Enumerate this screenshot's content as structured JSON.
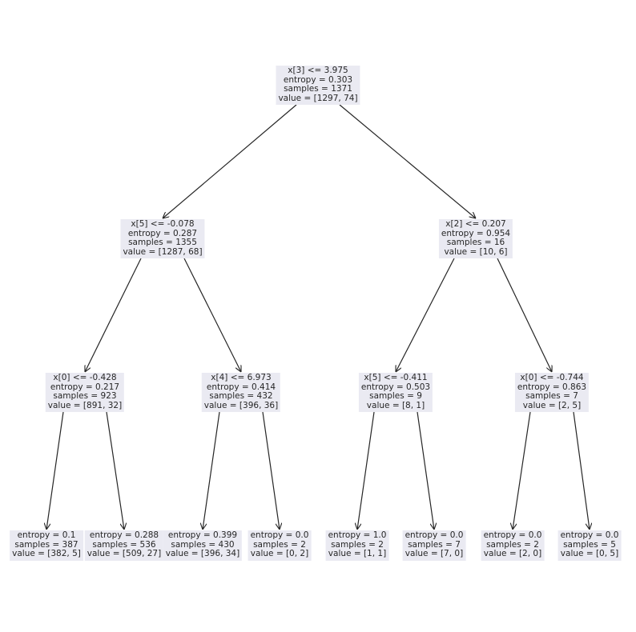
{
  "tree": {
    "node_fill": "#eaeaf2",
    "edge_color": "#262626",
    "background": "#ffffff",
    "nodes": [
      {
        "id": "n0",
        "lines": [
          "x[3] <= 3.975",
          "entropy = 0.303",
          "samples = 1371",
          "value = [1297, 74]"
        ]
      },
      {
        "id": "n1",
        "lines": [
          "x[5] <= -0.078",
          "entropy = 0.287",
          "samples = 1355",
          "value = [1287, 68]"
        ]
      },
      {
        "id": "n2",
        "lines": [
          "x[2] <= 0.207",
          "entropy = 0.954",
          "samples = 16",
          "value = [10, 6]"
        ]
      },
      {
        "id": "n3",
        "lines": [
          "x[0] <= -0.428",
          "entropy = 0.217",
          "samples = 923",
          "value = [891, 32]"
        ]
      },
      {
        "id": "n4",
        "lines": [
          "x[4] <= 6.973",
          "entropy = 0.414",
          "samples = 432",
          "value = [396, 36]"
        ]
      },
      {
        "id": "n5",
        "lines": [
          "x[5] <= -0.411",
          "entropy = 0.503",
          "samples = 9",
          "value = [8, 1]"
        ]
      },
      {
        "id": "n6",
        "lines": [
          "x[0] <= -0.744",
          "entropy = 0.863",
          "samples = 7",
          "value = [2, 5]"
        ]
      },
      {
        "id": "n7",
        "lines": [
          "entropy = 0.1",
          "samples = 387",
          "value = [382, 5]"
        ]
      },
      {
        "id": "n8",
        "lines": [
          "entropy = 0.288",
          "samples = 536",
          "value = [509, 27]"
        ]
      },
      {
        "id": "n9",
        "lines": [
          "entropy = 0.399",
          "samples = 430",
          "value = [396, 34]"
        ]
      },
      {
        "id": "n10",
        "lines": [
          "entropy = 0.0",
          "samples = 2",
          "value = [0, 2]"
        ]
      },
      {
        "id": "n11",
        "lines": [
          "entropy = 1.0",
          "samples = 2",
          "value = [1, 1]"
        ]
      },
      {
        "id": "n12",
        "lines": [
          "entropy = 0.0",
          "samples = 7",
          "value = [7, 0]"
        ]
      },
      {
        "id": "n13",
        "lines": [
          "entropy = 0.0",
          "samples = 2",
          "value = [2, 0]"
        ]
      },
      {
        "id": "n14",
        "lines": [
          "entropy = 0.0",
          "samples = 5",
          "value = [0, 5]"
        ]
      }
    ],
    "edges": [
      [
        "n0",
        "n1"
      ],
      [
        "n0",
        "n2"
      ],
      [
        "n1",
        "n3"
      ],
      [
        "n1",
        "n4"
      ],
      [
        "n2",
        "n5"
      ],
      [
        "n2",
        "n6"
      ],
      [
        "n3",
        "n7"
      ],
      [
        "n3",
        "n8"
      ],
      [
        "n4",
        "n9"
      ],
      [
        "n4",
        "n10"
      ],
      [
        "n5",
        "n11"
      ],
      [
        "n5",
        "n12"
      ],
      [
        "n6",
        "n13"
      ],
      [
        "n6",
        "n14"
      ]
    ]
  }
}
